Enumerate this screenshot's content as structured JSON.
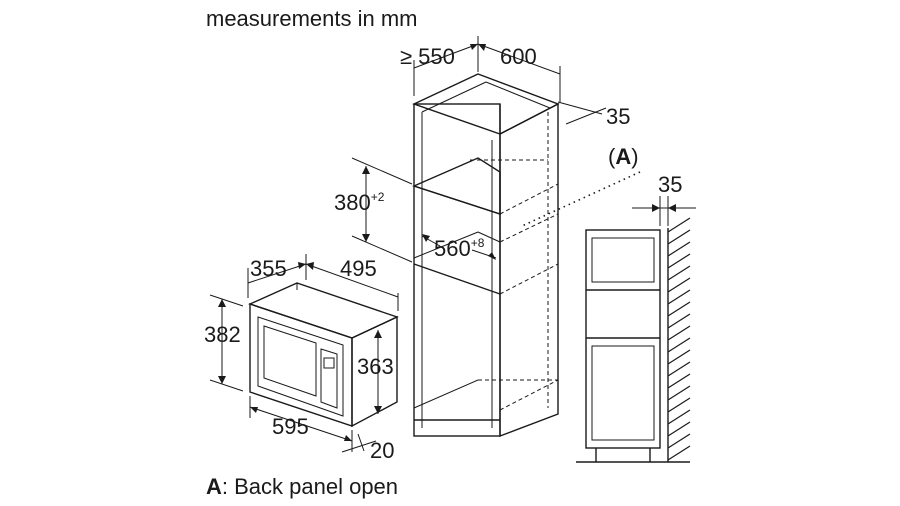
{
  "header": {
    "units_label": "measurements in mm"
  },
  "microwave": {
    "depth_label": "355",
    "width_top_label": "495",
    "height_label": "382",
    "inner_height_label": "363",
    "width_label": "595",
    "front_label": "20"
  },
  "cabinet": {
    "depth_label": "≥ 550",
    "width_label": "600",
    "back_gap_label": "35",
    "niche_height_label": "380",
    "niche_height_tol": "+2",
    "niche_width_label": "560",
    "niche_width_tol": "+8"
  },
  "side_view": {
    "marker_label": "(A)",
    "marker_letter": "A",
    "wall_gap_label": "35"
  },
  "legend": {
    "key": "A",
    "text": ": Back panel open"
  }
}
